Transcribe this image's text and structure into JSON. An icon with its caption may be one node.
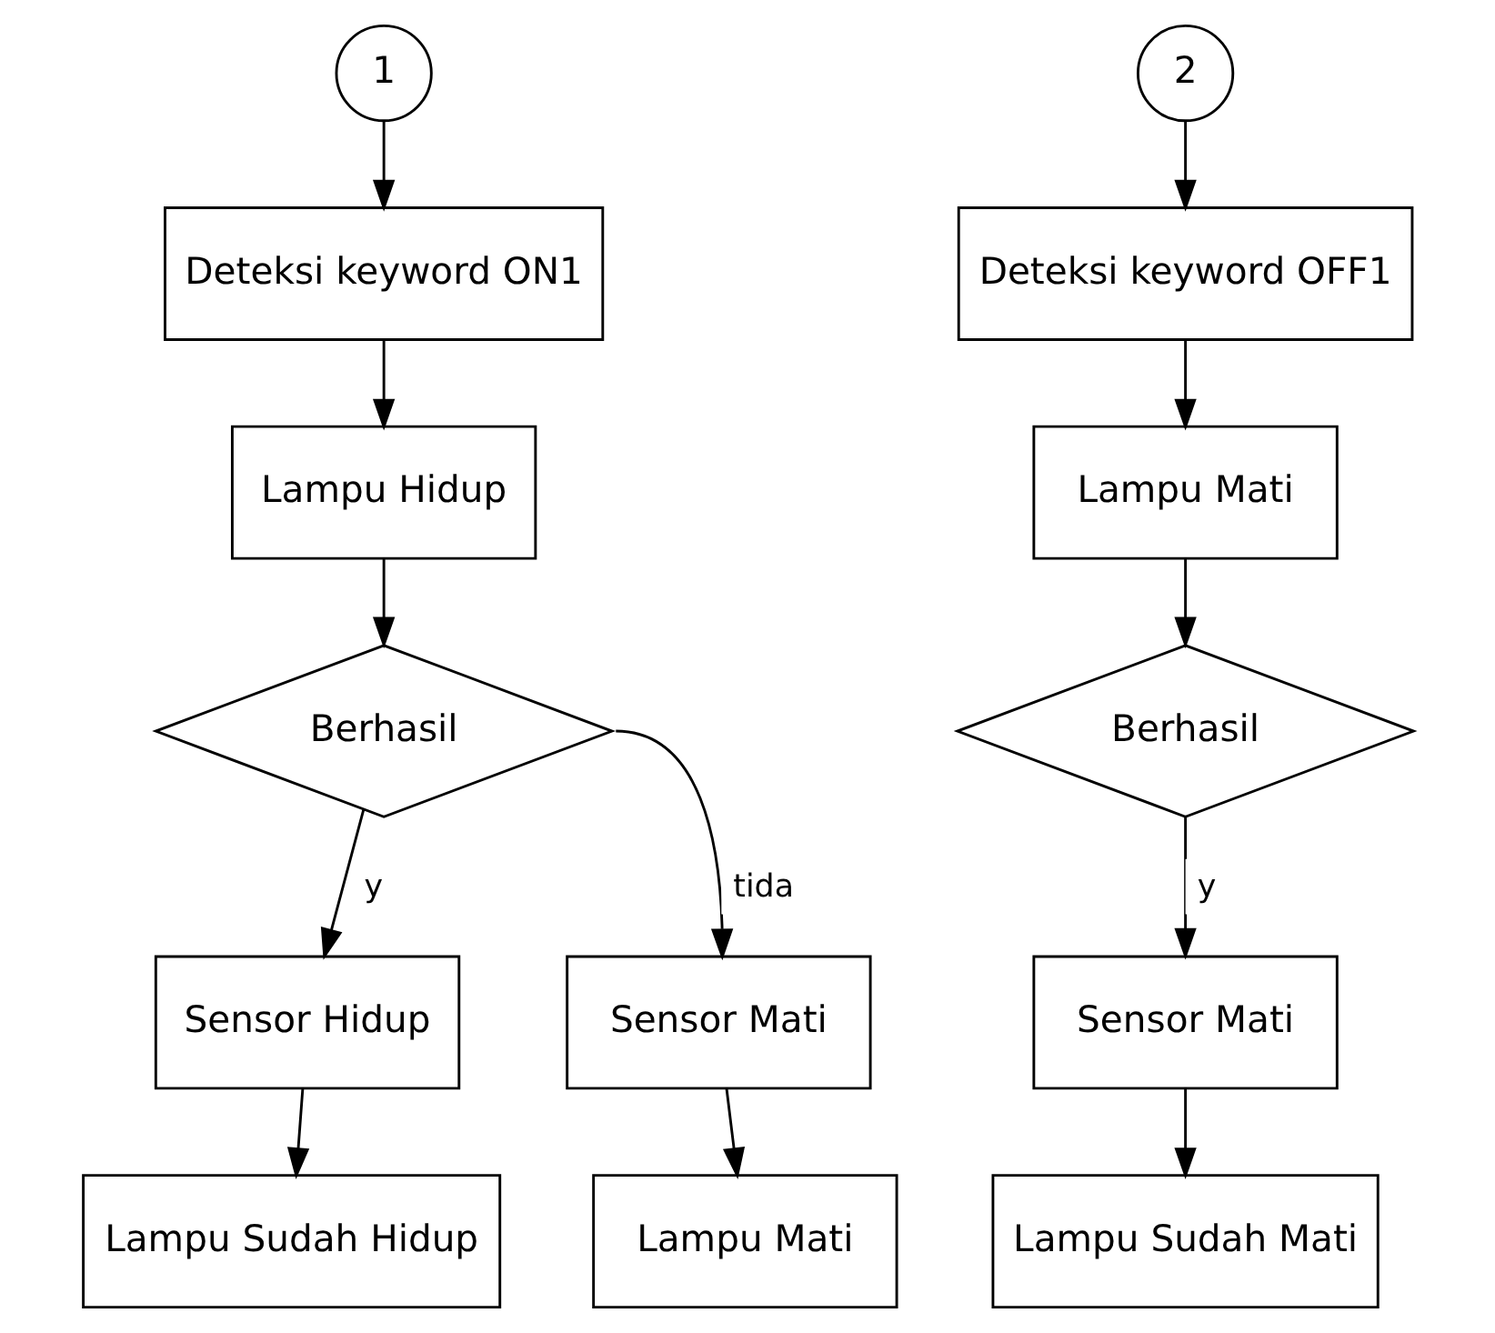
{
  "diagram": {
    "nodes": [
      {
        "text": [
          "1"
        ]
      },
      {
        "text": [
          "Deteksi keyword ON1"
        ]
      },
      {
        "text": [
          "Lampu Hidup"
        ]
      },
      {
        "text": [
          "Berhasil"
        ]
      },
      {
        "text": [
          "Sensor Hidup"
        ]
      },
      {
        "text": [
          "Sensor Mati"
        ]
      },
      {
        "text": [
          "Lampu Sudah Hidup"
        ]
      },
      {
        "text": [
          "Lampu Mati"
        ]
      },
      {
        "text": [
          "2"
        ]
      },
      {
        "text": [
          "Deteksi keyword OFF1"
        ]
      },
      {
        "text": [
          "Lampu Mati"
        ]
      },
      {
        "text": [
          "Berhasil"
        ]
      },
      {
        "text": [
          "Sensor Mati"
        ]
      },
      {
        "text": [
          "Lampu Sudah Mati"
        ]
      }
    ],
    "edges": [
      {
        "from": 0,
        "to": 1,
        "arrow": "to"
      },
      {
        "from": 1,
        "to": 2,
        "arrow": "to"
      },
      {
        "from": 2,
        "to": 3,
        "arrow": "to"
      },
      {
        "from": 3,
        "to": 4,
        "arrow": "to",
        "label": "y"
      },
      {
        "from": 3,
        "to": 5,
        "arrow": "to",
        "label": "tida"
      },
      {
        "from": 4,
        "to": 6,
        "arrow": "to"
      },
      {
        "from": 5,
        "to": 7,
        "arrow": "to"
      },
      {
        "from": 8,
        "to": 9,
        "arrow": "to"
      },
      {
        "from": 9,
        "to": 10,
        "arrow": "to"
      },
      {
        "from": 10,
        "to": 11,
        "arrow": "to"
      },
      {
        "from": 11,
        "to": 12,
        "arrow": "to",
        "label": "y"
      },
      {
        "from": 12,
        "to": 13,
        "arrow": "to"
      }
    ]
  }
}
